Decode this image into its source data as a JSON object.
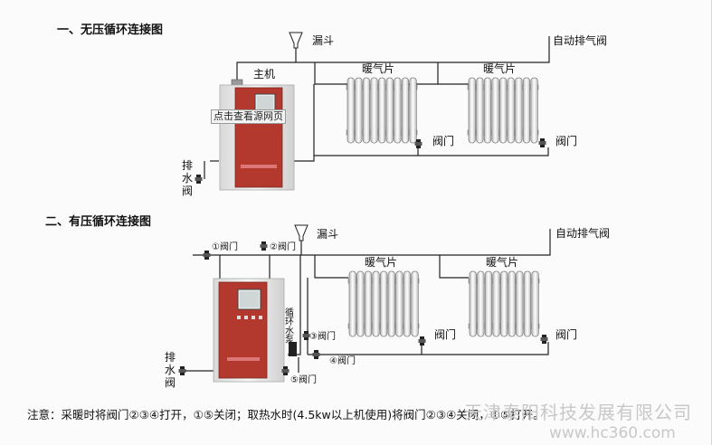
{
  "section1": {
    "title": "一、无压循环连接图",
    "funnel": "漏斗",
    "air_valve": "自动排气阀",
    "host": "主机",
    "radiator_a": "暖气片",
    "radiator_b": "暖气片",
    "valve_a": "阀门",
    "valve_b": "阀门",
    "drain": "排水阀",
    "tooltip": "点击查看源网页"
  },
  "section2": {
    "title": "二、有压循环连接图",
    "funnel": "漏斗",
    "air_valve": "自动排气阀",
    "valve1": "①阀门",
    "valve2": "②阀门",
    "radiator_a": "暖气片",
    "radiator_b": "暖气片",
    "pump": "循环水泵",
    "valve3": "③阀门",
    "valve4": "④阀门",
    "valve5": "⑤阀门",
    "valve_a": "阀门",
    "valve_b": "阀门",
    "drain": "排水阀"
  },
  "note": "注意：采暖时将阀门②③④打开，①⑤关闭；取热水时(4.5kw以上机使用)将阀门②③④关闭，①⑤打开。",
  "watermark": {
    "company": "天津泰阳科技发展有限公司",
    "site": "www.hc360.com"
  },
  "colors": {
    "boiler_red": "#b3392f",
    "boiler_body": "#efefef",
    "pipe": "#222222"
  }
}
